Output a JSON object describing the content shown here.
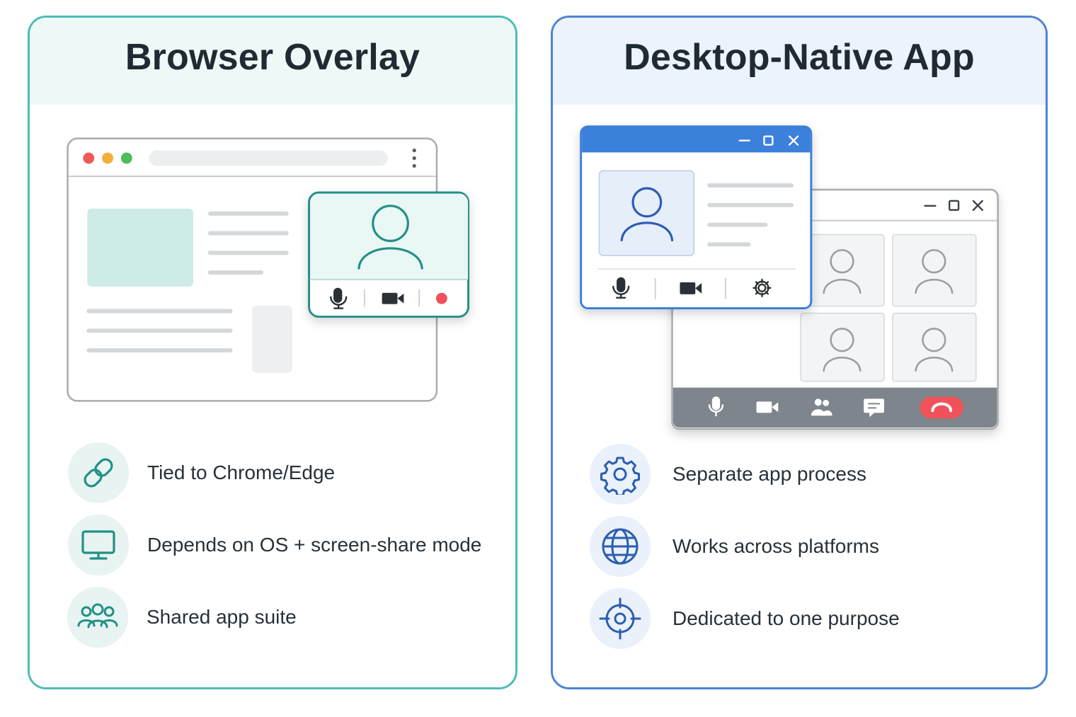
{
  "left_panel": {
    "title": "Browser Overlay",
    "features": [
      {
        "label": "Tied to Chrome/Edge",
        "icon": "link-icon"
      },
      {
        "label": "Depends on OS + screen-share mode",
        "icon": "monitor-icon"
      },
      {
        "label": "Shared app suite",
        "icon": "people-group-icon"
      }
    ]
  },
  "right_panel": {
    "title": "Desktop-Native App",
    "features": [
      {
        "label": "Separate app process",
        "icon": "gear-icon"
      },
      {
        "label": "Works across platforms",
        "icon": "globe-icon"
      },
      {
        "label": "Dedicated to one purpose",
        "icon": "target-icon"
      }
    ]
  },
  "colors": {
    "teal_accent": "#4dbdb4",
    "teal_icon": "#238f86",
    "blue_accent": "#4c84d6",
    "blue_icon": "#2b5db0",
    "window_titlebar_blue": "#3b80db",
    "call_bar_gray": "#7f858c",
    "hangup_red": "#f0525a",
    "record_red": "#f0525a"
  }
}
